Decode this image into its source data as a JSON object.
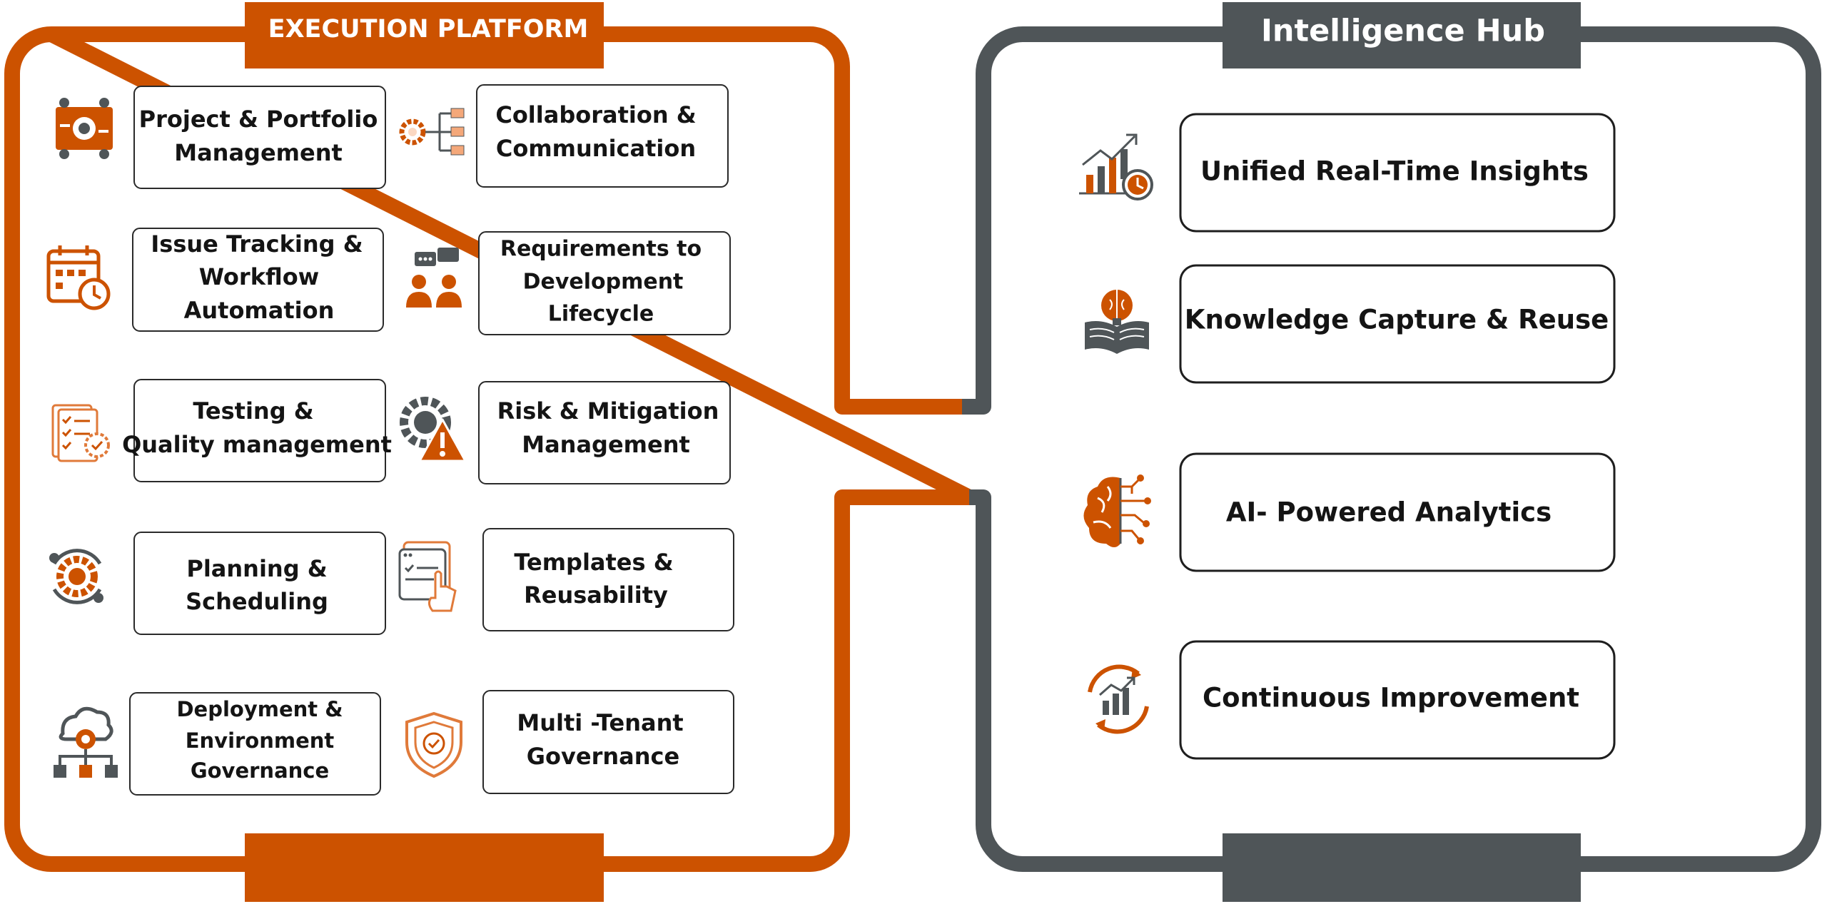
{
  "execution": {
    "title": "EXECUTION PLATFORM",
    "color": "#cc5200",
    "items": [
      {
        "lines": [
          "Project & Portfolio",
          "Management"
        ],
        "icon": "gear-board-icon"
      },
      {
        "lines": [
          "Collaboration &",
          "Communication"
        ],
        "icon": "gear-network-icon"
      },
      {
        "lines": [
          "Issue Tracking &",
          "Workflow",
          "Automation"
        ],
        "icon": "calendar-clock-icon"
      },
      {
        "lines": [
          "Requirements to",
          "Development",
          "Lifecycle"
        ],
        "icon": "team-chat-icon"
      },
      {
        "lines": [
          "Testing &",
          "Quality management"
        ],
        "icon": "checklist-gear-icon"
      },
      {
        "lines": [
          "Risk & Mitigation",
          "Management"
        ],
        "icon": "gear-warning-icon"
      },
      {
        "lines": [
          "Planning &",
          "Scheduling"
        ],
        "icon": "gear-cycle-icon"
      },
      {
        "lines": [
          "Templates &",
          "Reusability"
        ],
        "icon": "template-hand-icon"
      },
      {
        "lines": [
          "Deployment &",
          "Environment",
          "Governance"
        ],
        "icon": "cloud-network-icon"
      },
      {
        "lines": [
          "Multi -Tenant",
          "Governance"
        ],
        "icon": "shield-check-icon"
      }
    ]
  },
  "intelligence": {
    "title": "Intelligence Hub",
    "color": "#4f5558",
    "items": [
      {
        "lines": [
          "Unified Real-Time Insights"
        ],
        "icon": "chart-clock-icon"
      },
      {
        "lines": [
          "Knowledge Capture & Reuse"
        ],
        "icon": "book-brain-icon"
      },
      {
        "lines": [
          "AI- Powered Analytics"
        ],
        "icon": "ai-brain-icon"
      },
      {
        "lines": [
          "Continuous Improvement"
        ],
        "icon": "growth-cycle-icon"
      }
    ]
  }
}
